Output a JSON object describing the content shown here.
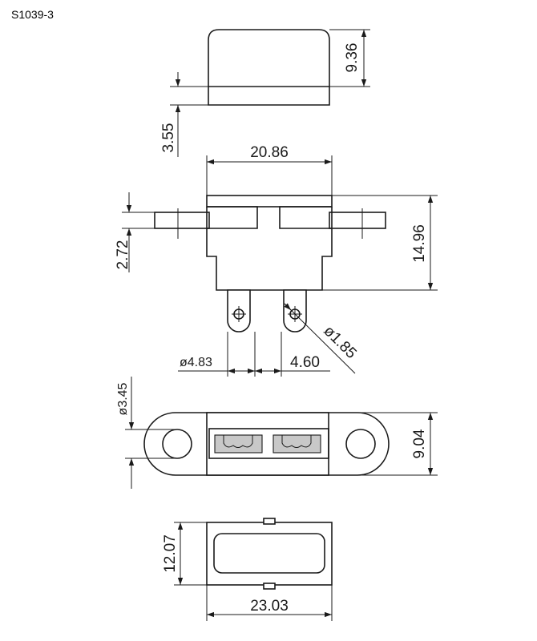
{
  "part_number": "S1039-3",
  "dimensions": {
    "cap_height": "9.36",
    "cap_offset": "3.55",
    "body_width": "20.86",
    "flange_thickness": "2.72",
    "body_height": "14.96",
    "pin_hole_diameter": "ø1.85",
    "pin_width": "ø4.83",
    "pin_gap": "4.60",
    "mount_hole_diameter": "ø3.45",
    "bottom_height": "9.04",
    "end_height": "12.07",
    "end_width": "23.03"
  },
  "colors": {
    "line": "#1a1a1a",
    "contact_fill": "#c8c8c8"
  }
}
